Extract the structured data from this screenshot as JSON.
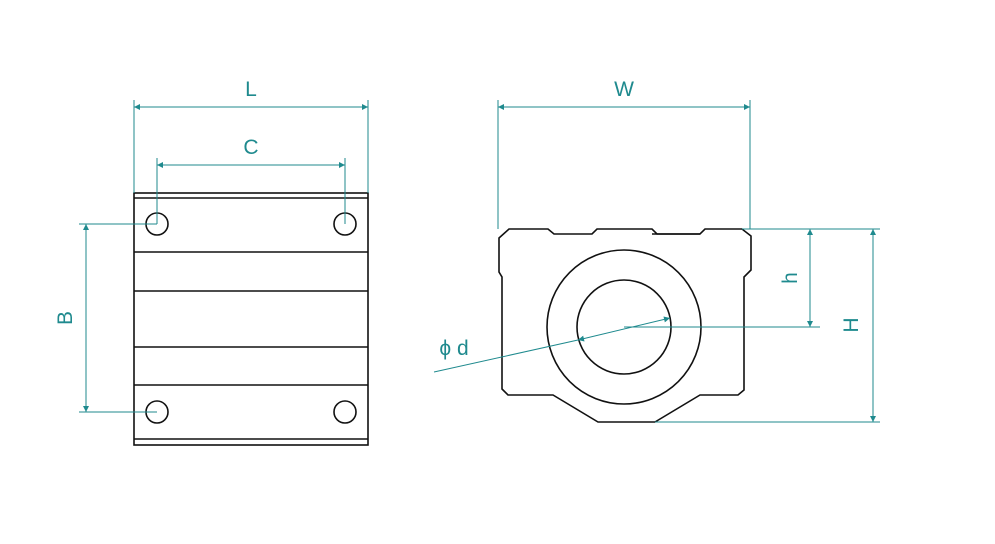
{
  "colors": {
    "dimension": "#1f8a8e",
    "outline": "#111111",
    "background": "#ffffff"
  },
  "labels": {
    "L": "L",
    "C": "C",
    "B": "B",
    "W": "W",
    "h": "h",
    "H": "H",
    "d": "ϕ d"
  }
}
